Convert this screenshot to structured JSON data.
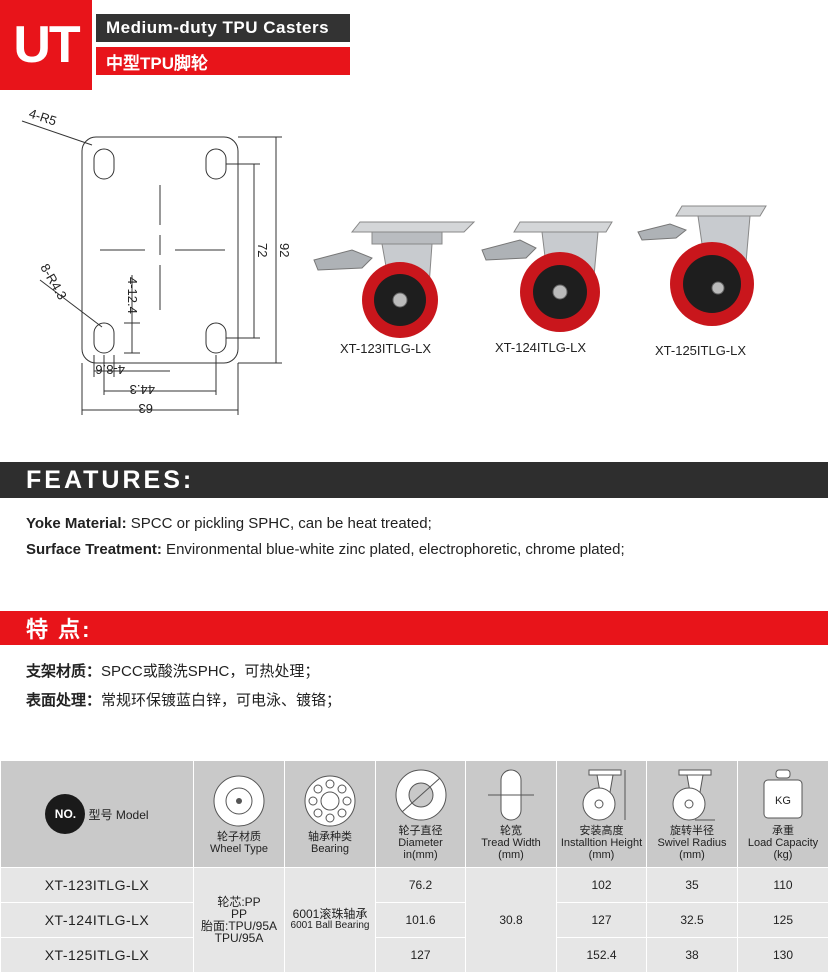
{
  "header": {
    "badge": "UT",
    "title_en": "Medium-duty TPU Casters",
    "title_cn": "中型TPU脚轮"
  },
  "drawing": {
    "dims": {
      "r_corner": "4-R5",
      "r_slot": "8-R4.3",
      "slot_len": "4-12.4",
      "slot_w": "4-8.6",
      "inner_w": "44.3",
      "outer_w": "63",
      "inner_h": "72",
      "outer_h": "92"
    }
  },
  "casters": [
    {
      "label": "XT-123ITLG-LX"
    },
    {
      "label": "XT-124ITLG-LX"
    },
    {
      "label": "XT-125ITLG-LX"
    }
  ],
  "features": {
    "heading": "FEATURES:",
    "lines": [
      {
        "label": "Yoke Material:",
        "text": " SPCC or pickling SPHC, can be heat treated;"
      },
      {
        "label": "Surface Treatment:",
        "text": " Environmental blue-white zinc plated, electrophoretic, chrome plated;"
      }
    ]
  },
  "features_cn": {
    "heading": "特 点:",
    "lines": [
      {
        "label": "支架材质：",
        "text": "SPCC或酸洗SPHC，可热处理；"
      },
      {
        "label": "表面处理：",
        "text": "常规环保镀蓝白锌，可电泳、镀铬；"
      }
    ]
  },
  "table": {
    "no_badge": "NO.",
    "model_header": "型号 Model",
    "headers": [
      {
        "cn": "轮子材质",
        "en": "Wheel Type"
      },
      {
        "cn": "轴承种类",
        "en": "Bearing"
      },
      {
        "cn": "轮子直径",
        "en": "Diameter",
        "unit": "in(mm)"
      },
      {
        "cn": "轮宽",
        "en": "Tread Width",
        "unit": "(mm)"
      },
      {
        "cn": "安装高度",
        "en": "Installtion Height",
        "unit": "(mm)"
      },
      {
        "cn": "旋转半径",
        "en": "Swivel Radius",
        "unit": "(mm)"
      },
      {
        "cn": "承重",
        "en": "Load Capacity",
        "unit": "(kg)"
      }
    ],
    "load_icon_text": "KG",
    "wheel_type": [
      "轮芯:PP",
      "PP",
      "胎面:TPU/95A",
      "TPU/95A"
    ],
    "bearing": [
      "6001滚珠轴承",
      "6001 Ball Bearing"
    ],
    "tread_width": "30.8",
    "rows": [
      {
        "model": "XT-123ITLG-LX",
        "diameter": "76.2",
        "height": "102",
        "radius": "35",
        "load": "110"
      },
      {
        "model": "XT-124ITLG-LX",
        "diameter": "101.6",
        "height": "127",
        "radius": "32.5",
        "load": "125"
      },
      {
        "model": "XT-125ITLG-LX",
        "diameter": "127",
        "height": "152.4",
        "radius": "38",
        "load": "130"
      }
    ]
  },
  "colors": {
    "red": "#e8141a",
    "dark": "#2e2e2e",
    "header_gray": "#c9c9c9",
    "row_gray": "#e6e6e6"
  }
}
